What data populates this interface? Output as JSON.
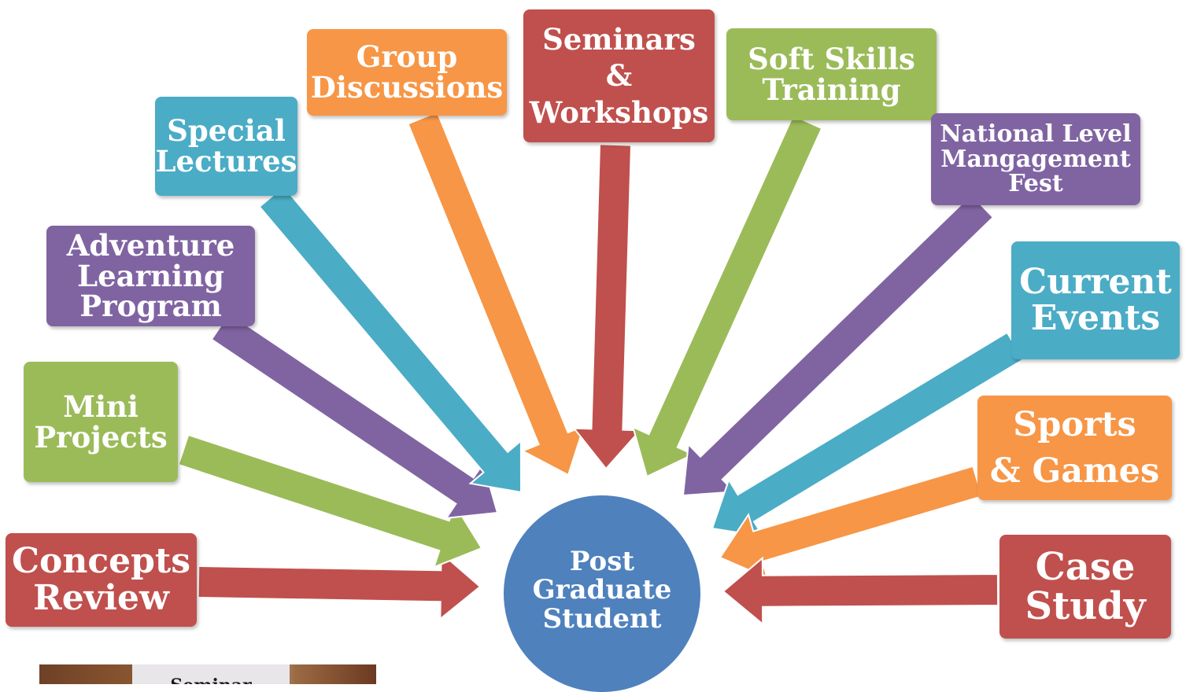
{
  "center": {
    "label": "Post\nGraduate\nStudent",
    "color": "#4f81bd"
  },
  "colors": {
    "red": "#c0504d",
    "orange": "#f79646",
    "teal": "#4bacc6",
    "purple": "#8064a2",
    "green": "#9bbb59"
  },
  "nodes": [
    {
      "id": "concepts-review",
      "label": "Concepts\nReview",
      "color": "#c0504d"
    },
    {
      "id": "mini-projects",
      "label": "Mini\nProjects",
      "color": "#9bbb59"
    },
    {
      "id": "adventure-learning-program",
      "label": "Adventure\nLearning\nProgram",
      "color": "#8064a2"
    },
    {
      "id": "special-lectures",
      "label": "Special\nLectures",
      "color": "#4bacc6"
    },
    {
      "id": "group-discussions",
      "label": "Group\nDiscussions",
      "color": "#f79646"
    },
    {
      "id": "seminars-workshops",
      "label": "Seminars\n&\nWorkshops",
      "color": "#c0504d"
    },
    {
      "id": "soft-skills-training",
      "label": "Soft Skills\nTraining",
      "color": "#9bbb59"
    },
    {
      "id": "national-level-fest",
      "label": "National Level\nMangagement\nFest",
      "color": "#8064a2"
    },
    {
      "id": "current-events",
      "label": "Current\nEvents",
      "color": "#4bacc6"
    },
    {
      "id": "sports-games",
      "label": "Sports\n& Games",
      "color": "#f79646"
    },
    {
      "id": "case-study",
      "label": "Case\nStudy",
      "color": "#c0504d"
    }
  ],
  "photo": {
    "sign_text": "Seminar"
  }
}
